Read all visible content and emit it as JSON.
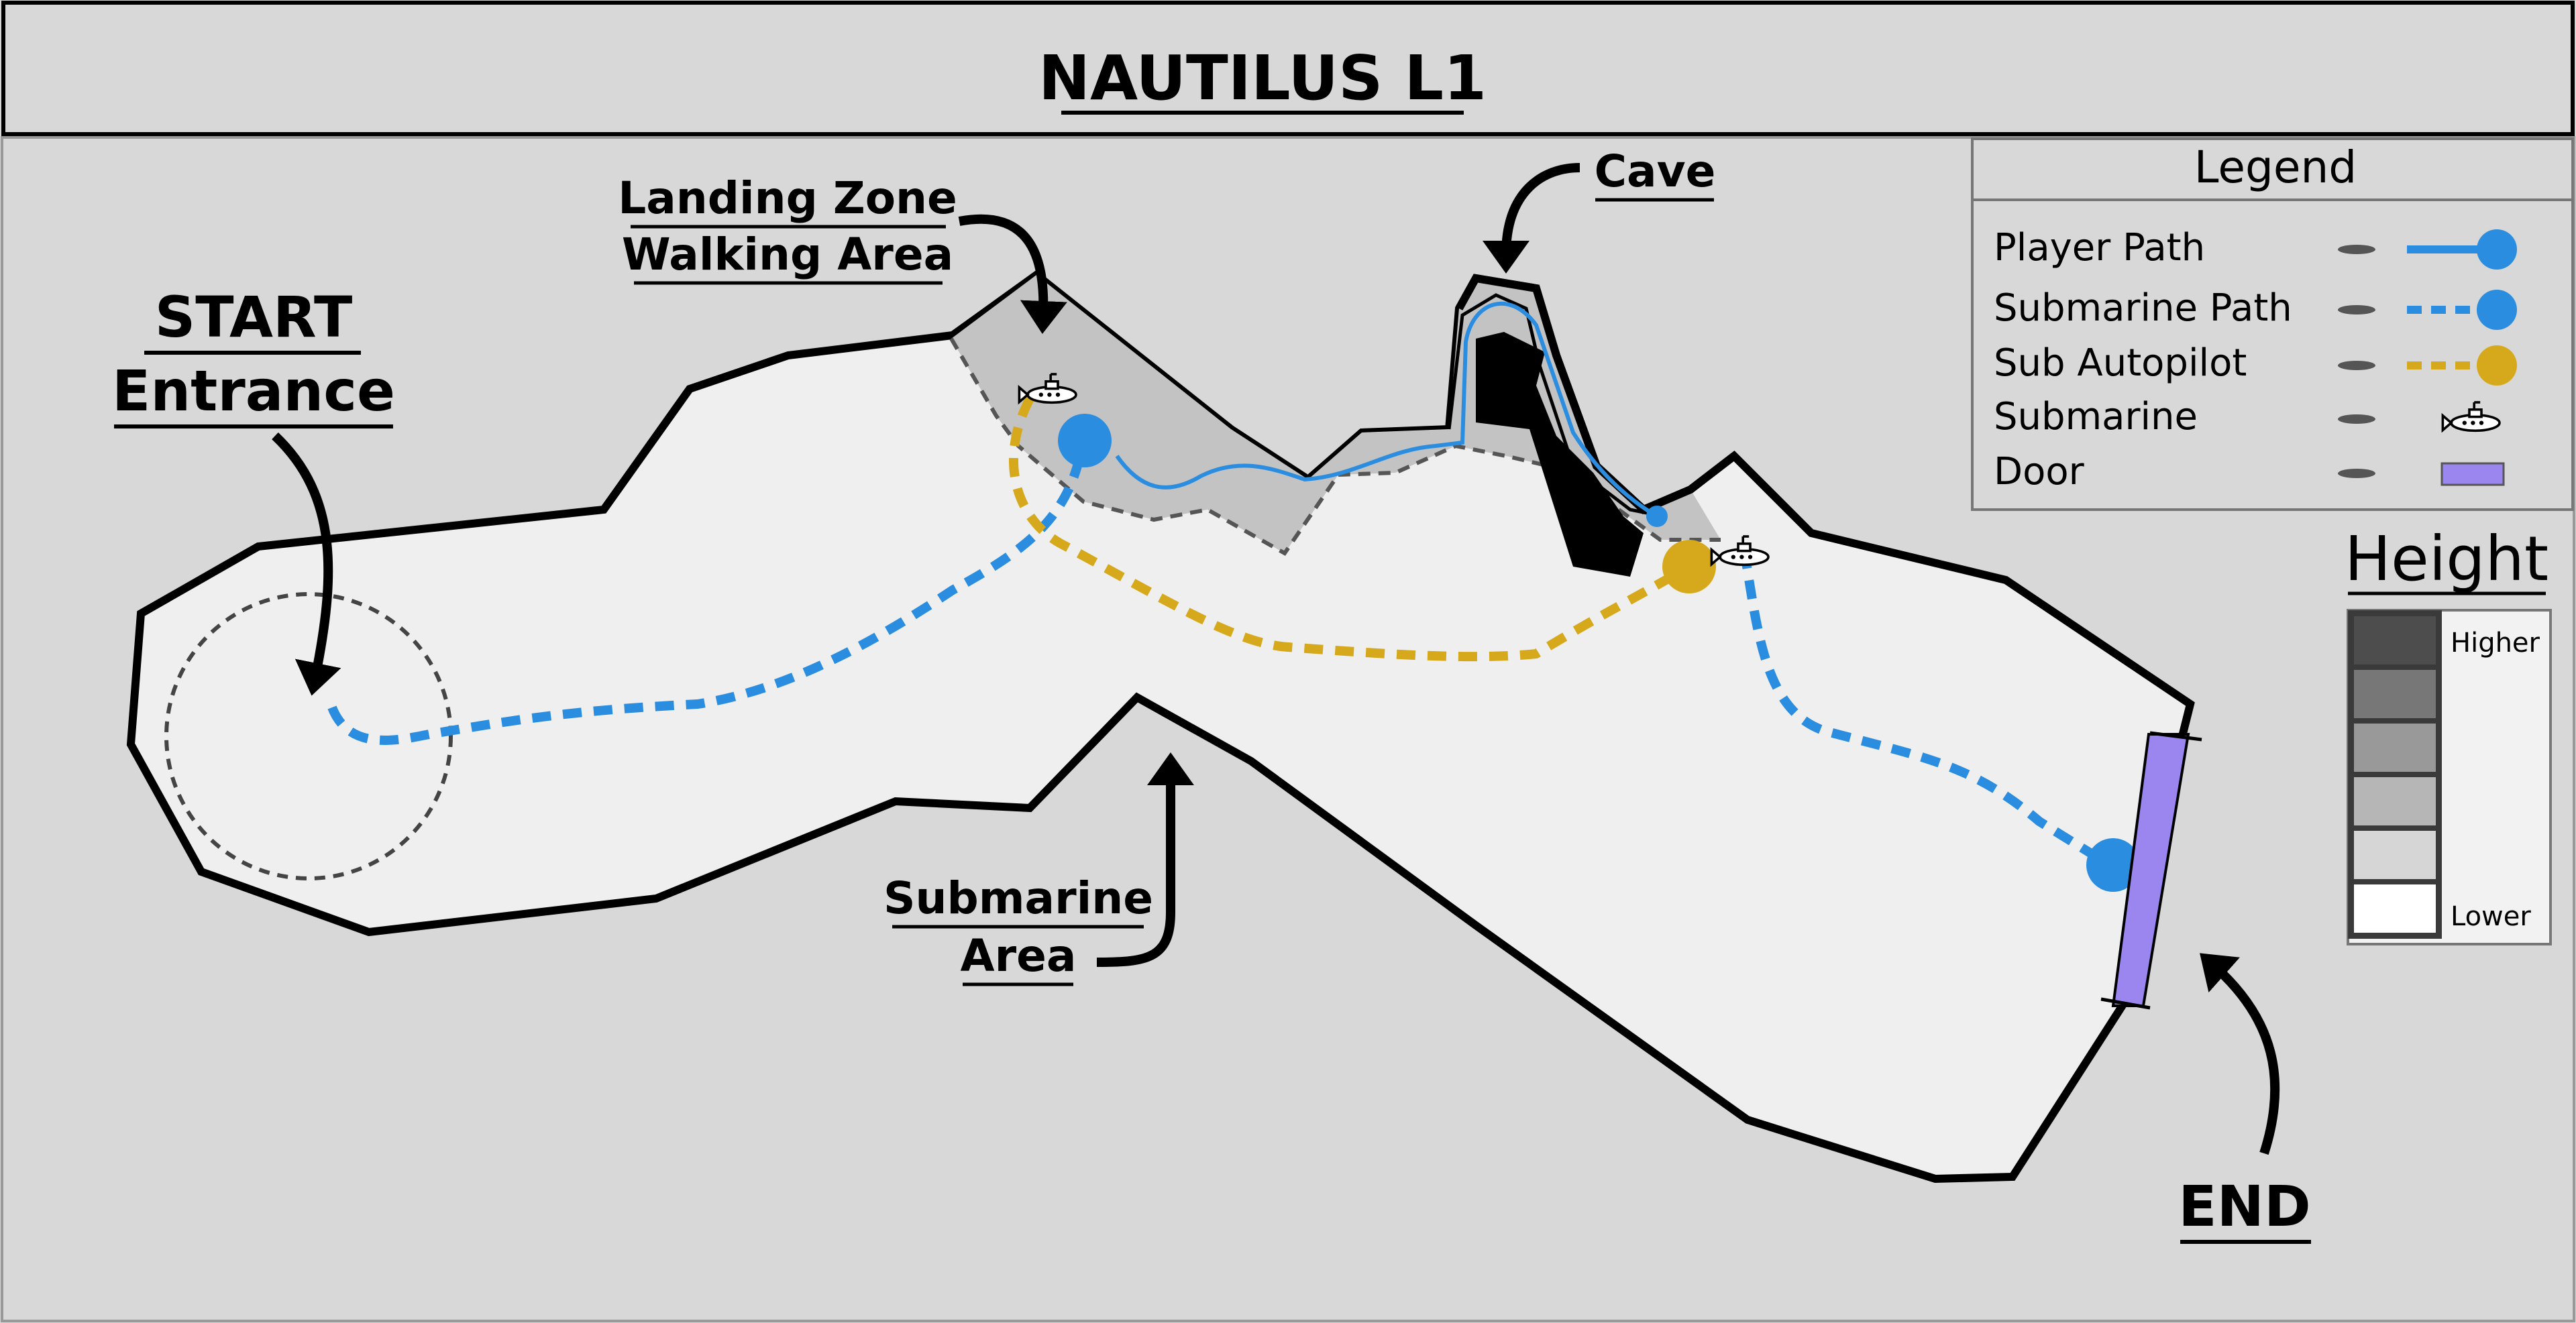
{
  "title": "NAUTILUS L1",
  "labels": {
    "start_line1": "START",
    "start_line2": "Entrance",
    "landing_line1": "Landing Zone",
    "landing_line2": "Walking Area",
    "cave": "Cave",
    "submarine_area_line1": "Submarine",
    "submarine_area_line2": "Area",
    "end": "END"
  },
  "legend": {
    "title": "Legend",
    "items": [
      {
        "label": "Player Path",
        "icon": "player-path-line"
      },
      {
        "label": "Submarine Path",
        "icon": "submarine-path-dashed"
      },
      {
        "label": "Sub Autopilot",
        "icon": "sub-autopilot-dashed"
      },
      {
        "label": "Submarine",
        "icon": "submarine-icon"
      },
      {
        "label": "Door",
        "icon": "door-swatch"
      }
    ]
  },
  "height_scale": {
    "title": "Height",
    "high_label": "Higher",
    "low_label": "Lower",
    "shades": [
      "#4d4d4d",
      "#777777",
      "#999999",
      "#b6b6b6",
      "#d6d6d6",
      "#ffffff"
    ]
  },
  "colors": {
    "background": "#d8d8d8",
    "water_area": "#efefef",
    "landing_zone": "#c3c3c3",
    "player_path": "#2a8de0",
    "submarine_path": "#2a8de0",
    "sub_autopilot": "#d6a91c",
    "door": "#9b86f0",
    "wall": "#000000"
  }
}
